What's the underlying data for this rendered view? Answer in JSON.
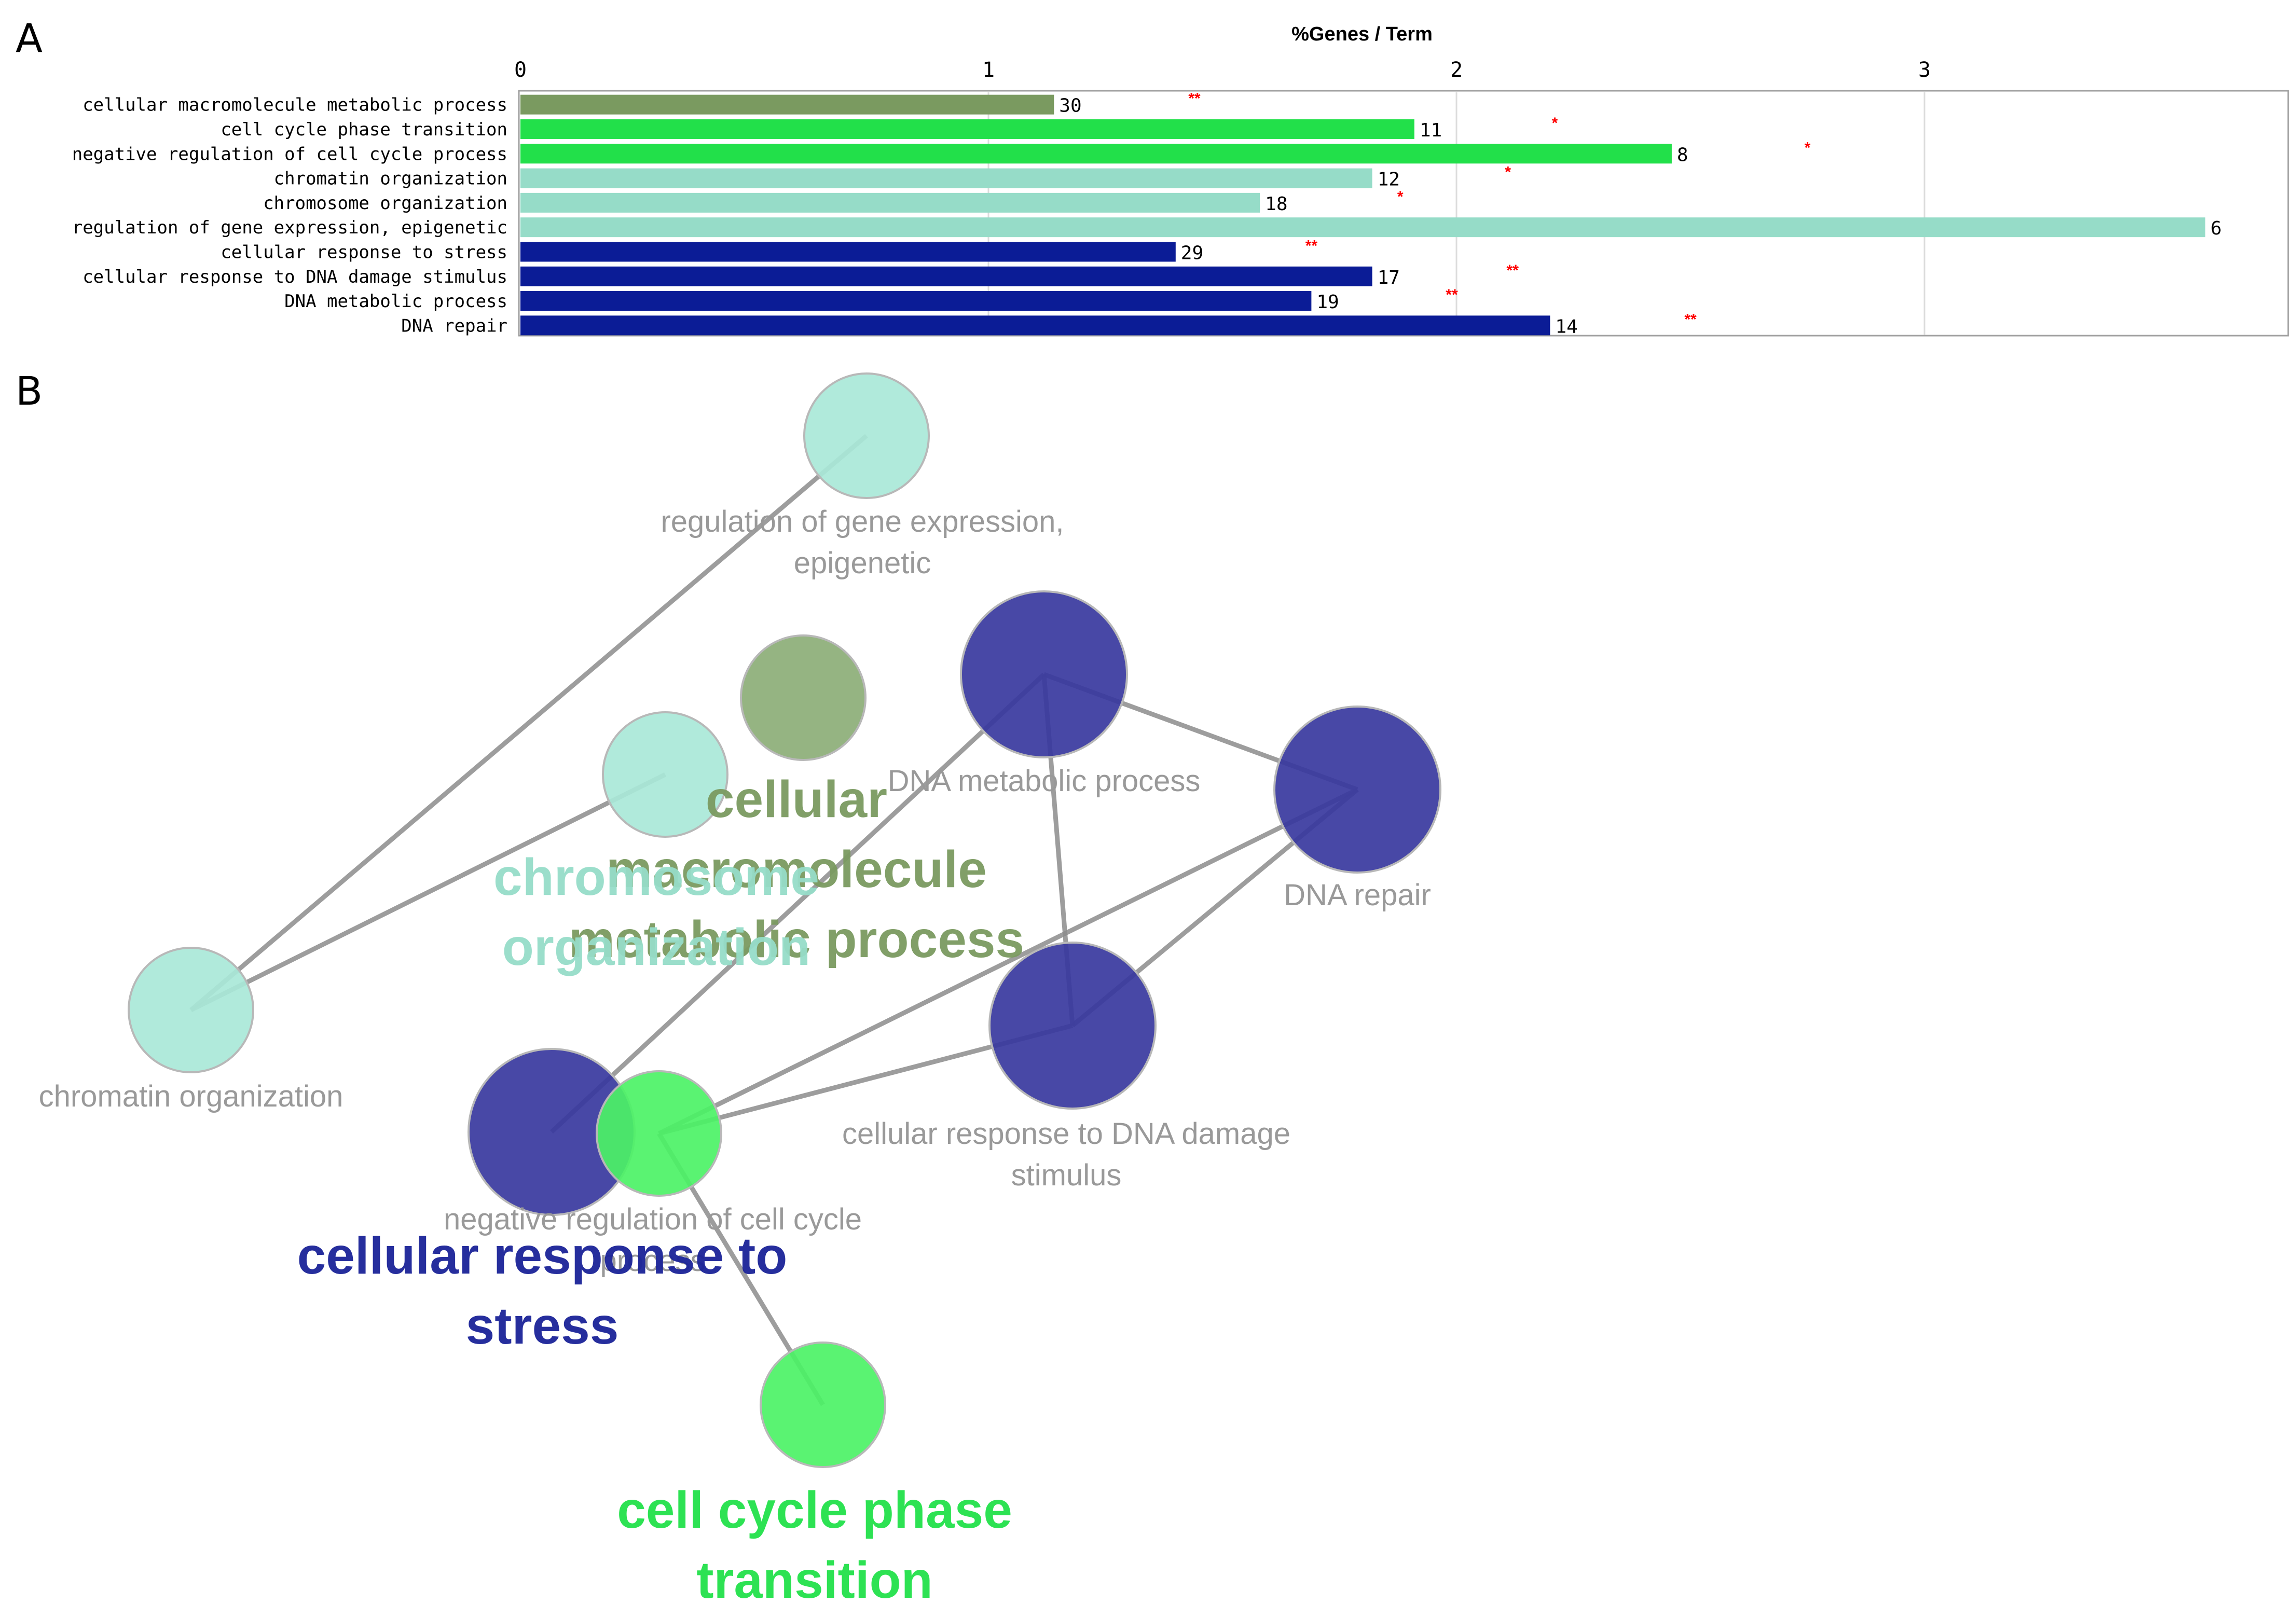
{
  "panels": {
    "a_label": "A",
    "b_label": "B"
  },
  "colors": {
    "cellular_macromolecule": "#7a9a60",
    "cell_cycle": "#22e04a",
    "chromatin": "#96dcc8",
    "stress": "#0b1c96",
    "node_cellular_macromolecule": "#8cae77",
    "node_cell_cycle": "#4cf266",
    "node_chromatin": "#a9e8d8",
    "node_stress": "#38389e",
    "edge": "#8c8c8c",
    "significance": "#ff0000"
  },
  "chart_data": {
    "type": "bar",
    "orientation": "horizontal",
    "title": "%Genes / Term",
    "xlim": [
      0,
      3.8
    ],
    "xticks": [
      0,
      1,
      2,
      3
    ],
    "xtick_labels": [
      "0",
      "1",
      "2",
      "3"
    ],
    "grid": true,
    "categories": [
      "cellular macromolecule metabolic process",
      "cell cycle phase transition",
      "negative regulation of cell cycle process",
      "chromatin organization",
      "chromosome organization",
      "regulation of gene expression, epigenetic",
      "cellular response to stress",
      "cellular response to DNA damage stimulus",
      "DNA metabolic process",
      "DNA repair"
    ],
    "values": [
      1.14,
      1.91,
      2.46,
      1.82,
      1.58,
      3.6,
      1.4,
      1.82,
      1.69,
      2.2
    ],
    "counts": [
      "30",
      "11",
      "8",
      "12",
      "18",
      "6",
      "29",
      "17",
      "19",
      "14"
    ],
    "significance": [
      "**",
      "*",
      "*",
      "*",
      "*",
      "",
      "**",
      "**",
      "**",
      "**"
    ],
    "significance_x": [
      1.44,
      2.21,
      2.75,
      2.11,
      1.88,
      null,
      1.69,
      2.12,
      1.99,
      2.5
    ],
    "groups": [
      "cellular_macromolecule",
      "cell_cycle",
      "cell_cycle",
      "chromatin",
      "chromatin",
      "chromatin",
      "stress",
      "stress",
      "stress",
      "stress"
    ]
  },
  "network": {
    "nodes": [
      {
        "id": "regulation_gene_expr",
        "label": "regulation of gene expression,\nepigenetic",
        "group": "chromatin"
      },
      {
        "id": "cellular_macromolecule",
        "label": "",
        "group": "cellular_macromolecule"
      },
      {
        "id": "chromosome_org",
        "label": "",
        "group": "chromatin"
      },
      {
        "id": "dna_metabolic",
        "label": "DNA metabolic process",
        "group": "stress"
      },
      {
        "id": "dna_repair",
        "label": "DNA repair",
        "group": "stress"
      },
      {
        "id": "chromatin_org",
        "label": "chromatin organization",
        "group": "chromatin"
      },
      {
        "id": "cellular_response_stress",
        "label": "",
        "group": "stress"
      },
      {
        "id": "negative_regulation",
        "label": "negative regulation of cell cycle\nprocess",
        "group": "cell_cycle"
      },
      {
        "id": "cellular_response_dna",
        "label": "cellular response to DNA damage\nstimulus",
        "group": "stress"
      },
      {
        "id": "cell_cycle_phase",
        "label": "",
        "group": "cell_cycle"
      }
    ],
    "edges": [
      {
        "from": "regulation_gene_expr",
        "to": "chromatin_org"
      },
      {
        "from": "chromosome_org",
        "to": "chromatin_org"
      },
      {
        "from": "dna_metabolic",
        "to": "dna_repair"
      },
      {
        "from": "dna_metabolic",
        "to": "cellular_response_dna"
      },
      {
        "from": "dna_metabolic",
        "to": "cellular_response_stress"
      },
      {
        "from": "dna_repair",
        "to": "cellular_response_dna"
      },
      {
        "from": "dna_repair",
        "to": "negative_regulation"
      },
      {
        "from": "cellular_response_dna",
        "to": "negative_regulation"
      },
      {
        "from": "negative_regulation",
        "to": "cell_cycle_phase"
      }
    ],
    "group_labels": [
      {
        "group": "cellular_macromolecule",
        "text": "cellular\nmacromolecule\nmetabolic process"
      },
      {
        "group": "chromatin",
        "text": "chromosome\norganization"
      },
      {
        "group": "stress",
        "text": "cellular response to\nstress"
      },
      {
        "group": "cell_cycle",
        "text": "cell cycle phase\ntransition"
      }
    ]
  }
}
